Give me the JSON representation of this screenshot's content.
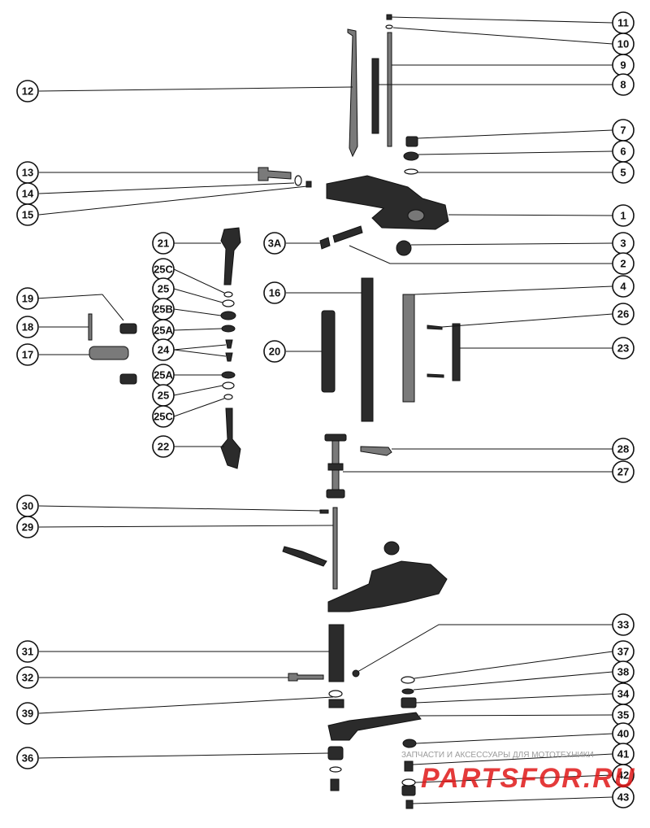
{
  "callouts": {
    "c1": "1",
    "c2": "2",
    "c3": "3",
    "c3a": "3A",
    "c4": "4",
    "c5": "5",
    "c6": "6",
    "c7": "7",
    "c8": "8",
    "c9": "9",
    "c10": "10",
    "c11": "11",
    "c12": "12",
    "c13": "13",
    "c14": "14",
    "c15": "15",
    "c16": "16",
    "c17": "17",
    "c18": "18",
    "c19": "19",
    "c20": "20",
    "c21": "21",
    "c22": "22",
    "c23": "23",
    "c24": "24",
    "c25a": "25",
    "c25b": "25",
    "c25A1": "25A",
    "c25A2": "25A",
    "c25B": "25B",
    "c25C1": "25C",
    "c25C2": "25C",
    "c26": "26",
    "c27": "27",
    "c28": "28",
    "c29": "29",
    "c30": "30",
    "c31": "31",
    "c32": "32",
    "c33": "33",
    "c34": "34",
    "c35": "35",
    "c36": "36",
    "c37": "37",
    "c38": "38",
    "c39": "39",
    "c40": "40",
    "c41": "41",
    "c42": "42",
    "c43": "43"
  },
  "watermark": {
    "tagline": "ЗАПЧАСТИ И АКСЕССУАРЫ ДЛЯ МОТОТЕХНИКИ",
    "brand": "PARTSFOR.RU",
    "brand_color": "#e01818"
  }
}
